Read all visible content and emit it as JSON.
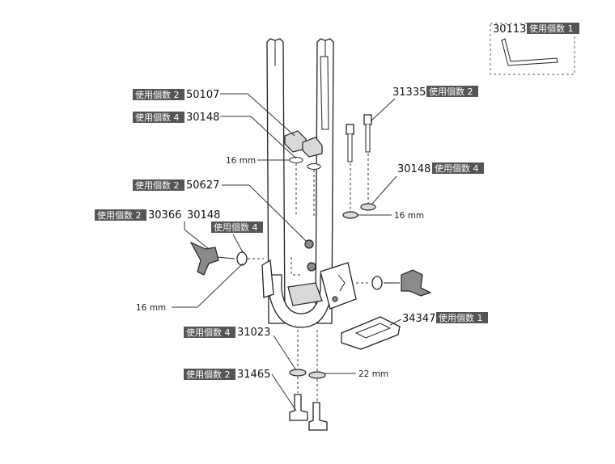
{
  "callouts": [
    {
      "id": "30113",
      "number": "30113",
      "tag": "使用個数 1"
    },
    {
      "id": "50107",
      "number": "50107",
      "tag": "使用個数 2"
    },
    {
      "id": "30148-top",
      "number": "30148",
      "tag": "使用個数 4"
    },
    {
      "id": "31335",
      "number": "31335",
      "tag": "使用個数 2"
    },
    {
      "id": "30148-right",
      "number": "30148",
      "tag": "使用個数 4"
    },
    {
      "id": "50627",
      "number": "50627",
      "tag": "使用個数 2"
    },
    {
      "id": "30366",
      "number": "30366",
      "tag": "使用個数 2"
    },
    {
      "id": "30148-left",
      "number": "30148",
      "tag": "使用個数 4"
    },
    {
      "id": "34347",
      "number": "34347",
      "tag": "使用個数 1"
    },
    {
      "id": "31023",
      "number": "31023",
      "tag": "使用個数 4"
    },
    {
      "id": "31465",
      "number": "31465",
      "tag": "使用個数 2"
    }
  ],
  "dimensions": {
    "top_washer": "16 mm",
    "right_washer": "16 mm",
    "left_washer": "16 mm",
    "bottom_washer": "22 mm"
  }
}
